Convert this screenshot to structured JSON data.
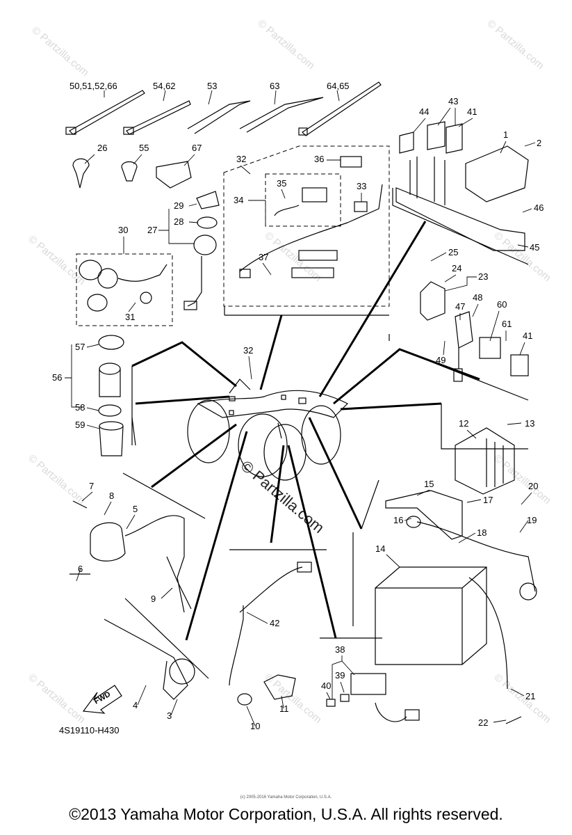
{
  "diagram": {
    "code": "4S19110-H430",
    "copyright": "©2013 Yamaha Motor Corporation, U.S.A. All rights reserved.",
    "small_credit": "(c) 2005-2016 Yamaha Motor Corporation, U.S.A.",
    "fwd_label": "FWD",
    "watermark_center": "© Partzilla.com",
    "watermark_tile": "© Partzilla.com"
  },
  "callouts": [
    "50,51,52,66",
    "54,62",
    "53",
    "63",
    "64,65",
    "44",
    "43",
    "41",
    "1",
    "2",
    "26",
    "55",
    "67",
    "32",
    "36",
    "35",
    "33",
    "34",
    "29",
    "28",
    "27",
    "30",
    "46",
    "45",
    "25",
    "24",
    "23",
    "37",
    "31",
    "48",
    "60",
    "47",
    "61",
    "41",
    "49",
    "57",
    "56",
    "58",
    "59",
    "32",
    "12",
    "13",
    "7",
    "8",
    "5",
    "15",
    "17",
    "20",
    "16",
    "19",
    "6",
    "18",
    "14",
    "9",
    "42",
    "38",
    "39",
    "40",
    "21",
    "4",
    "3",
    "11",
    "10",
    "22"
  ]
}
